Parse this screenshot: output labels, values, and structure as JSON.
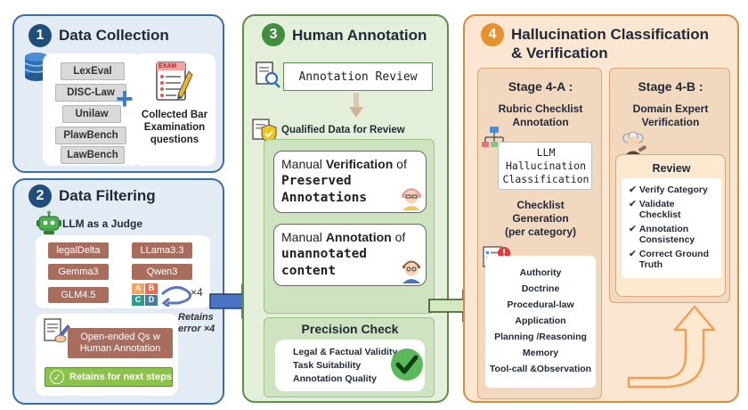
{
  "stage1": {
    "number": "1",
    "title": "Data Collection",
    "datasets": [
      "LexEval",
      "DISC-Law",
      "Unilaw",
      "PlawBench",
      "LawBench"
    ],
    "plus": "+",
    "exam_label": "EXAM",
    "exam_caption_line1": "Collected Bar",
    "exam_caption_line2": "Examination",
    "exam_caption_line3": "questions"
  },
  "stage2": {
    "number": "2",
    "title": "Data Filtering",
    "judge_label": "LLM as a Judge",
    "models": [
      "legalDelta",
      "LLama3.3",
      "Gemma3",
      "Qwen3",
      "GLM4.5"
    ],
    "times4": "×4",
    "retains_line1": "Retains",
    "retains_line2": "error ×4",
    "open_ended_line1": "Open-ended Qs w",
    "open_ended_line2": "Human Annotation",
    "retains_next": "Retains for next steps",
    "quiz_letters": [
      "A",
      "B",
      "C",
      "D"
    ]
  },
  "stage3": {
    "number": "3",
    "title": "Human Annotation",
    "review_title": "Annotation Review",
    "qualified_label": "Qualified Data for Review",
    "manual_verif_pre": "Manual ",
    "manual_verif_bold": "Verification",
    "manual_verif_post": " of",
    "preserved_line1": "Preserved",
    "preserved_line2": "Annotations",
    "manual_annot_pre": "Manual ",
    "manual_annot_bold": "Annotation",
    "manual_annot_post": " of",
    "unannotated_line1": "unannotated",
    "unannotated_line2": "content",
    "precision_title": "Precision Check",
    "precision_items": [
      "Legal & Factual Validity",
      "Task Suitability",
      "Annotation Quality"
    ]
  },
  "stage4": {
    "number": "4",
    "title_line1": "Hallucination Classification",
    "title_line2": "& Verification",
    "a_title": "Stage 4-A :",
    "a_sub_line1": "Rubric Checklist",
    "a_sub_line2": "Annotation",
    "llm_line1": "LLM",
    "llm_line2": "Hallucination",
    "llm_line3": "Classification",
    "gen_line1": "Checklist",
    "gen_line2": "Generation",
    "gen_line3": "(per category)",
    "categories": [
      "Authority",
      "Doctrine",
      "Procedural-law",
      "Application",
      "Planning /Reasoning",
      "Memory",
      "Tool-call &Observation"
    ],
    "b_title": "Stage 4-B :",
    "b_sub_line1": "Domain Expert",
    "b_sub_line2": "Verification",
    "review_title": "Review",
    "review_items": [
      "Verify Category",
      "Validate Checklist",
      "Annotation Consistency",
      "Correct Ground Truth"
    ]
  },
  "colors": {
    "blue_bg": "#e3ebf4",
    "blue_border": "#3a6ea5",
    "green_bg": "#e4efd9",
    "green_border": "#5e8f4a",
    "orange_bg": "#fbe6d2",
    "orange_border": "#e08a3c",
    "num_blue": "#1f4e79",
    "num_green": "#3f8f3f",
    "num_orange": "#e7902e"
  }
}
